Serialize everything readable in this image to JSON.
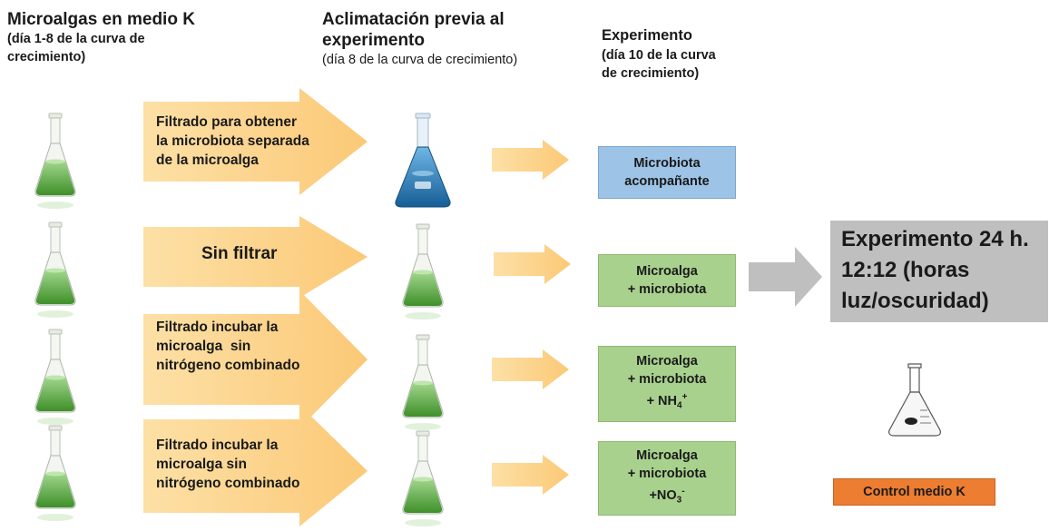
{
  "headers": {
    "col1_title": "Microalgas en medio K",
    "col1_sub_a": "(día 1-8 de la curva de",
    "col1_sub_b": "crecimiento)",
    "col2_title_a": "Aclimatación previa al",
    "col2_title_b": "experimento",
    "col2_sub": "(día 8 de la curva de crecimiento)",
    "col3_title": "Experimento",
    "col3_sub_a": "(día 10 de la curva",
    "col3_sub_b": "de crecimiento)"
  },
  "arrows": {
    "a1": [
      "Filtrado para obtener",
      "la microbiota separada",
      "de la microalga"
    ],
    "a2": "Sin filtrar",
    "a3": [
      "Filtrado incubar la",
      "microalga  sin",
      "nitrógeno combinado"
    ],
    "a4": [
      "Filtrado incubar la",
      "microalga sin",
      "nitrógeno combinado"
    ]
  },
  "boxes": {
    "b1": [
      "Microbiota",
      "acompañante"
    ],
    "b2": [
      "Microalga",
      "+ microbiota"
    ],
    "b3": [
      "Microalga",
      "+ microbiota",
      "+ NH",
      "4",
      "+"
    ],
    "b4": [
      "Microalga",
      "+ microbiota",
      "+NO",
      "3",
      "-"
    ]
  },
  "result": [
    "Experimento 24 h.",
    "12:12 (horas",
    "luz/oscuridad)"
  ],
  "control": "Control medio K",
  "colors": {
    "arrow_fill": "#fcd28c",
    "green_box": "#a9d18e",
    "blue_box": "#9dc3e6",
    "grey_box": "#bfbfbf",
    "orange_box": "#ed7d31",
    "flask_green": "#5aa83c",
    "flask_blue": "#1f78b4"
  },
  "icons": {
    "flask": "erlenmeyer-flask-icon"
  }
}
